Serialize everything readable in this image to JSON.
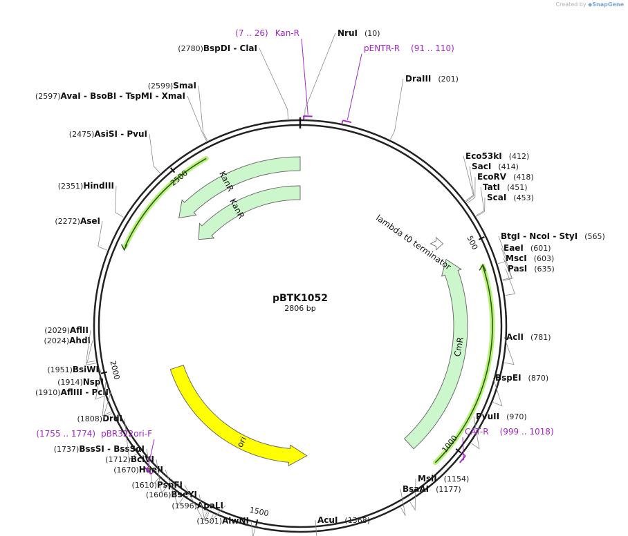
{
  "credit": {
    "prefix": "Created by",
    "brand": "SnapGene"
  },
  "plasmid": {
    "name": "pBTK1052",
    "length_label": "2806 bp",
    "length": 2806
  },
  "colors": {
    "primer": "#a326c9",
    "kan": "#ccf7cc",
    "ori": "#ffff00",
    "cmr": "#ccf7cc",
    "highlight": "#b8f27a"
  },
  "ticks": [
    {
      "value": 500,
      "label": "500"
    },
    {
      "value": 1000,
      "label": "1000"
    },
    {
      "value": 1500,
      "label": "1500"
    },
    {
      "value": 2000,
      "label": "2000"
    },
    {
      "value": 2500,
      "label": "2500"
    }
  ],
  "sites": [
    {
      "names": [
        "NruI"
      ],
      "pos": "(10)",
      "bp": 10,
      "side": "right"
    },
    {
      "names": [
        "DraIII"
      ],
      "pos": "(201)",
      "bp": 201,
      "side": "right"
    },
    {
      "names": [
        "Eco53kI"
      ],
      "pos": "(412)",
      "bp": 412,
      "side": "right"
    },
    {
      "names": [
        "SacI"
      ],
      "pos": "(414)",
      "bp": 414,
      "side": "right"
    },
    {
      "names": [
        "EcoRV"
      ],
      "pos": "(418)",
      "bp": 418,
      "side": "right"
    },
    {
      "names": [
        "TatI"
      ],
      "pos": "(451)",
      "bp": 451,
      "side": "right"
    },
    {
      "names": [
        "ScaI"
      ],
      "pos": "(453)",
      "bp": 453,
      "side": "right"
    },
    {
      "names": [
        "BtgI",
        "NcoI",
        "StyI"
      ],
      "pos": "(565)",
      "bp": 565,
      "side": "right"
    },
    {
      "names": [
        "EaeI"
      ],
      "pos": "(601)",
      "bp": 601,
      "side": "right"
    },
    {
      "names": [
        "MscI"
      ],
      "pos": "(603)",
      "bp": 603,
      "side": "right"
    },
    {
      "names": [
        "PasI"
      ],
      "pos": "(635)",
      "bp": 635,
      "side": "right"
    },
    {
      "names": [
        "AclI"
      ],
      "pos": "(781)",
      "bp": 781,
      "side": "right"
    },
    {
      "names": [
        "BspEI"
      ],
      "pos": "(870)",
      "bp": 870,
      "side": "right"
    },
    {
      "names": [
        "PvuII"
      ],
      "pos": "(970)",
      "bp": 970,
      "side": "right"
    },
    {
      "names": [
        "MslI"
      ],
      "pos": "(1154)",
      "bp": 1154,
      "side": "right"
    },
    {
      "names": [
        "BsaAI"
      ],
      "pos": "(1177)",
      "bp": 1177,
      "side": "right"
    },
    {
      "names": [
        "AcuI"
      ],
      "pos": "(1368)",
      "bp": 1368,
      "side": "right"
    },
    {
      "names": [
        "AlwNI"
      ],
      "pos": "(1501)",
      "bp": 1501,
      "side": "left"
    },
    {
      "names": [
        "ApaLI"
      ],
      "pos": "(1596)",
      "bp": 1596,
      "side": "left"
    },
    {
      "names": [
        "BseYI"
      ],
      "pos": "(1606)",
      "bp": 1606,
      "side": "left"
    },
    {
      "names": [
        "PspFI"
      ],
      "pos": "(1610)",
      "bp": 1610,
      "side": "left"
    },
    {
      "names": [
        "HaeII"
      ],
      "pos": "(1670)",
      "bp": 1670,
      "side": "left"
    },
    {
      "names": [
        "BciVI"
      ],
      "pos": "(1712)",
      "bp": 1712,
      "side": "left"
    },
    {
      "names": [
        "BssSI",
        "BssSαI"
      ],
      "pos": "(1737)",
      "bp": 1737,
      "side": "left"
    },
    {
      "names": [
        "DrdI"
      ],
      "pos": "(1808)",
      "bp": 1808,
      "side": "left"
    },
    {
      "names": [
        "AflIII",
        "PciI"
      ],
      "pos": "(1910)",
      "bp": 1910,
      "side": "left"
    },
    {
      "names": [
        "NspI"
      ],
      "pos": "(1914)",
      "bp": 1914,
      "side": "left"
    },
    {
      "names": [
        "BsiWI"
      ],
      "pos": "(1951)",
      "bp": 1951,
      "side": "left"
    },
    {
      "names": [
        "AhdI"
      ],
      "pos": "(2024)",
      "bp": 2024,
      "side": "left"
    },
    {
      "names": [
        "AflII"
      ],
      "pos": "(2029)",
      "bp": 2029,
      "side": "left"
    },
    {
      "names": [
        "AseI"
      ],
      "pos": "(2272)",
      "bp": 2272,
      "side": "left"
    },
    {
      "names": [
        "HindIII"
      ],
      "pos": "(2351)",
      "bp": 2351,
      "side": "left"
    },
    {
      "names": [
        "AsiSI",
        "PvuI"
      ],
      "pos": "(2475)",
      "bp": 2475,
      "side": "left"
    },
    {
      "names": [
        "AvaI",
        "BsoBI",
        "TspMI",
        "XmaI"
      ],
      "pos": "(2597)",
      "bp": 2597,
      "side": "left"
    },
    {
      "names": [
        "SmaI"
      ],
      "pos": "(2599)",
      "bp": 2599,
      "side": "left"
    },
    {
      "names": [
        "BspDI",
        "ClaI"
      ],
      "pos": "(2780)",
      "bp": 2780,
      "side": "left"
    }
  ],
  "primers": [
    {
      "name": "Kan-R",
      "range": "(7 .. 26)",
      "start": 7,
      "end": 26,
      "side": "left"
    },
    {
      "name": "pENTR-R",
      "range": "(91 .. 110)",
      "start": 91,
      "end": 110,
      "side": "right"
    },
    {
      "name": "CAT-R",
      "range": "(999 .. 1018)",
      "start": 999,
      "end": 1018,
      "side": "right"
    },
    {
      "name": "pBR322ori-F",
      "range": "(1755 .. 1774)",
      "start": 1755,
      "end": 1774,
      "side": "left"
    }
  ],
  "features": [
    {
      "label": "KanR",
      "kind": "kan-outer",
      "start": 2430,
      "end": 2806,
      "direction": "reverse"
    },
    {
      "label": "KanR",
      "kind": "kan-inner",
      "start": 2420,
      "end": 2806,
      "direction": "reverse"
    },
    {
      "label": "CmR",
      "kind": "cmr",
      "start": 510,
      "end": 1070,
      "direction": "reverse"
    },
    {
      "label": "ori",
      "kind": "ori",
      "start": 1380,
      "end": 1960,
      "direction": "reverse"
    },
    {
      "label": "lambda t0 terminator",
      "kind": "terminator",
      "start": 450,
      "end": 480,
      "direction": "forward"
    }
  ]
}
